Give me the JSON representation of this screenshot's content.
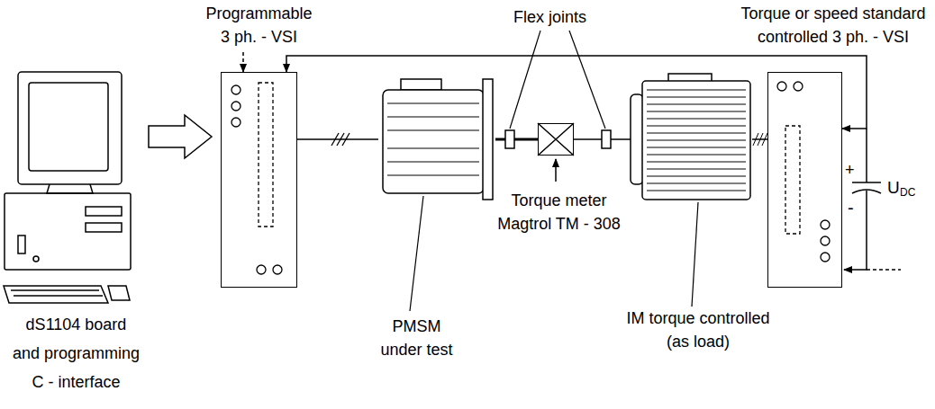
{
  "diagram": {
    "nodes": [
      {
        "text": [
          "Programmable 3 ph. - VSI"
        ]
      },
      {
        "text": [
          "PMSM under test"
        ]
      },
      {
        "text": [
          "Torque meter Magtrol TM - 308"
        ]
      },
      {
        "text": [
          "IM torque controlled (as load)"
        ]
      },
      {
        "text": [
          "Torque or speed standard controlled 3 ph. - VSI"
        ]
      }
    ],
    "edges": [
      {
        "from": 0,
        "to": 1,
        "arrow": "none"
      },
      {
        "from": 1,
        "to": 2,
        "arrow": "none"
      },
      {
        "from": 2,
        "to": 3,
        "arrow": "none"
      },
      {
        "from": 3,
        "to": 4,
        "arrow": "none"
      },
      {
        "from": 0,
        "to": 4,
        "arrow": "both"
      }
    ],
    "labels": [
      "dS1104 board and programming C - interface",
      "Flex joints",
      "+",
      "-",
      "U",
      "DC"
    ]
  }
}
